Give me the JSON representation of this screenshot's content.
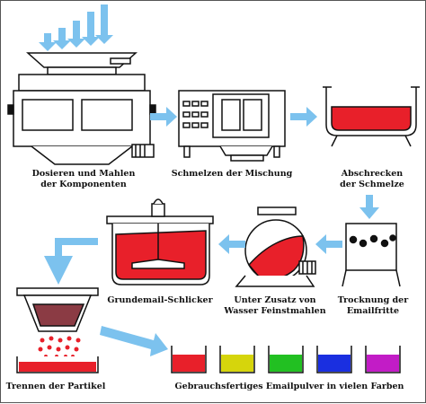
{
  "steps": {
    "dosing": {
      "line1": "Dosieren und Mahlen",
      "line2": "der Komponenten"
    },
    "melting": "Schmelzen der Mischung",
    "quenching": {
      "line1": "Abschrecken",
      "line2": "der Schmelze"
    },
    "drying": {
      "line1": "Trocknung der",
      "line2": "Emailfritte"
    },
    "milling": {
      "line1": "Unter Zusatz von",
      "line2": "Wasser Feinstmahlen"
    },
    "slip": "Grundemail-Schlicker",
    "separating": "Trennen der Partikel",
    "finished": "Gebrauchsfertiges Emailpulver in vielen Farben"
  },
  "colors": {
    "arrow": "#7cc2ee",
    "melt": "#e8202a",
    "outline": "#111111"
  },
  "powder_cups": [
    "#e8202a",
    "#d6d50c",
    "#22c022",
    "#1a2fe0",
    "#c21cc6"
  ]
}
